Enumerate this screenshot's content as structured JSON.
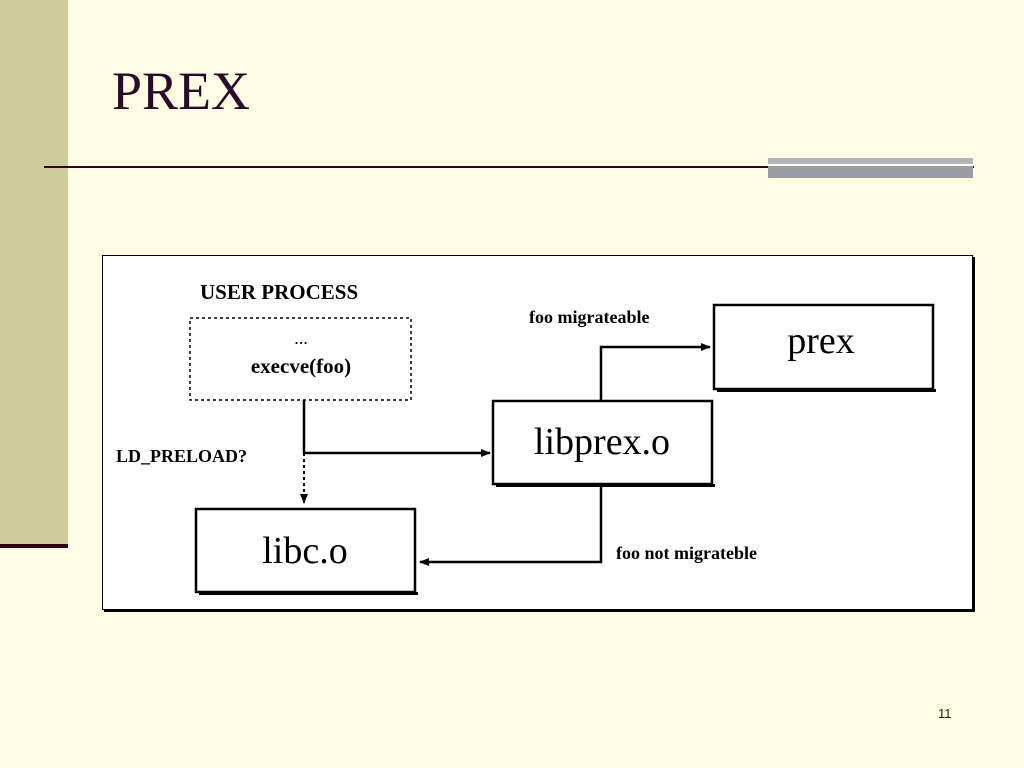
{
  "slide": {
    "title": "PREX",
    "page_number": "11"
  },
  "diagram": {
    "user_process_label": "USER PROCESS",
    "user_box": {
      "line1": "...",
      "line2": "execve(foo)"
    },
    "ld_preload_label": "LD_PRELOAD?",
    "libprex_label": "libprex.o",
    "prex_label": "prex",
    "libc_label": "libc.o",
    "migrateable_label": "foo migrateable",
    "not_migrateable_label": "foo not migrateble"
  },
  "colors": {
    "background": "#fffde3",
    "left_bar": "#cfcc9c",
    "title_text": "#2a0a2a",
    "accent_line": "#33001a"
  }
}
